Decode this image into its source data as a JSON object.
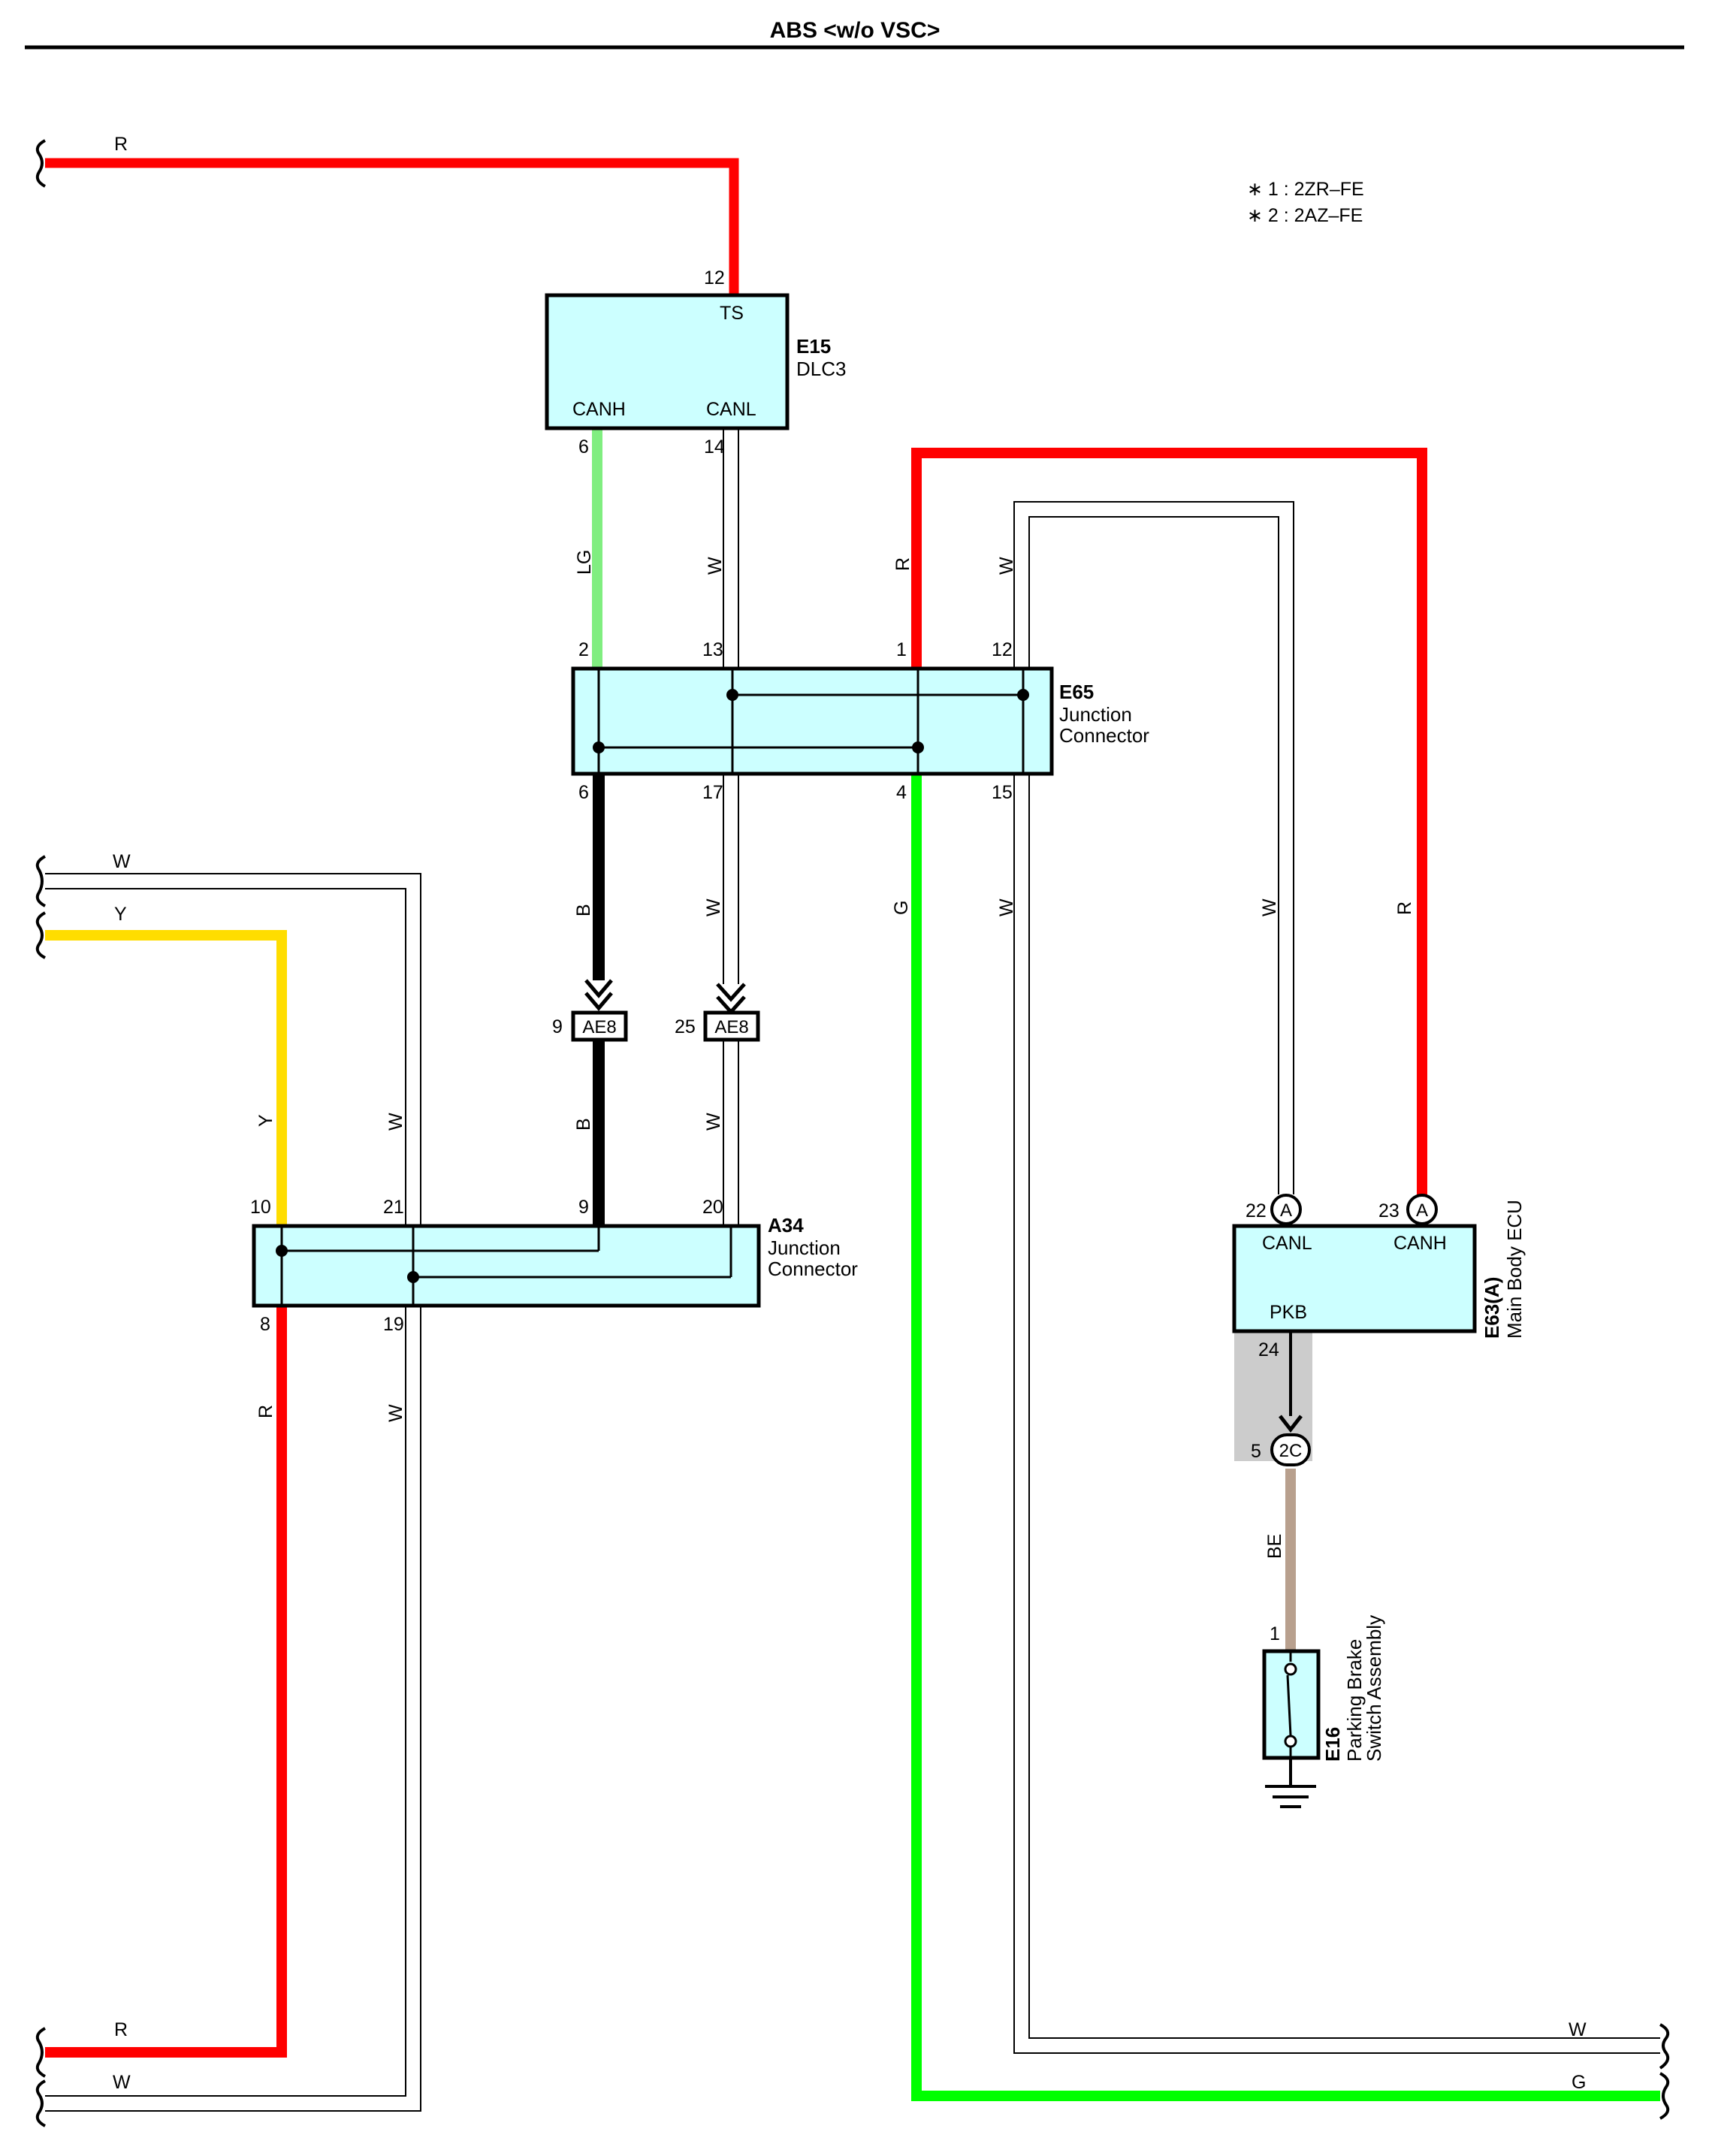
{
  "title": "ABS <w/o VSC>",
  "notes": [
    "∗ 1 : 2ZR–FE",
    "∗ 2 : 2AZ–FE"
  ],
  "colors": {
    "R": "#ff0000",
    "G": "#00ff00",
    "LG": "#80ee80",
    "Y": "#ffdd00",
    "B": "#000000",
    "W": "#ffffff",
    "BE": "#b8a08e",
    "connector_fill": "#ccffff",
    "shield_fill": "#cccccc"
  },
  "wire_labels": {
    "r_top": "R",
    "lg": "LG",
    "w_dlc": "W",
    "r_e65": "R",
    "w_e65": "W",
    "b_upper": "B",
    "w_upper": "W",
    "g_main": "G",
    "w_e65_low": "W",
    "w_ecu": "W",
    "r_ecu": "R",
    "w_left": "W",
    "y_left": "Y",
    "y_vert": "Y",
    "w_vert": "W",
    "b_lower": "B",
    "w_lower": "W",
    "r_a34": "R",
    "w_a34": "W",
    "r_bottom": "R",
    "w_bottom": "W",
    "w_right": "W",
    "g_right": "G",
    "be": "BE"
  },
  "connectors": {
    "e15": {
      "id": "E15",
      "name": "DLC3",
      "pins": {
        "ts": "12",
        "canh": "6",
        "canl": "14"
      },
      "signals": {
        "ts": "TS",
        "canh": "CANH",
        "canl": "CANL"
      }
    },
    "e65": {
      "id": "E65",
      "name_line1": "Junction",
      "name_line2": "Connector",
      "pins": {
        "p2": "2",
        "p13": "13",
        "p1": "1",
        "p12": "12",
        "p6": "6",
        "p17": "17",
        "p4": "4",
        "p15": "15"
      }
    },
    "ae8": {
      "label": "AE8",
      "pin_b": "9",
      "pin_w": "25"
    },
    "a34": {
      "id": "A34",
      "name_line1": "Junction",
      "name_line2": "Connector",
      "pins": {
        "p10": "10",
        "p21": "21",
        "p9": "9",
        "p20": "20",
        "p8": "8",
        "p19": "19"
      }
    },
    "e63": {
      "id": "E63(A)",
      "name": "Main Body ECU",
      "pin_canl": "22",
      "pin_canh": "23",
      "marker": "A",
      "pin_pkb": "24",
      "signals": {
        "canl": "CANL",
        "canh": "CANH",
        "pkb": "PKB"
      }
    },
    "c2c": {
      "label": "2C",
      "pin": "5"
    },
    "e16": {
      "id": "E16",
      "name_line1": "Parking Brake",
      "name_line2": "Switch Assembly",
      "pin": "1"
    }
  }
}
